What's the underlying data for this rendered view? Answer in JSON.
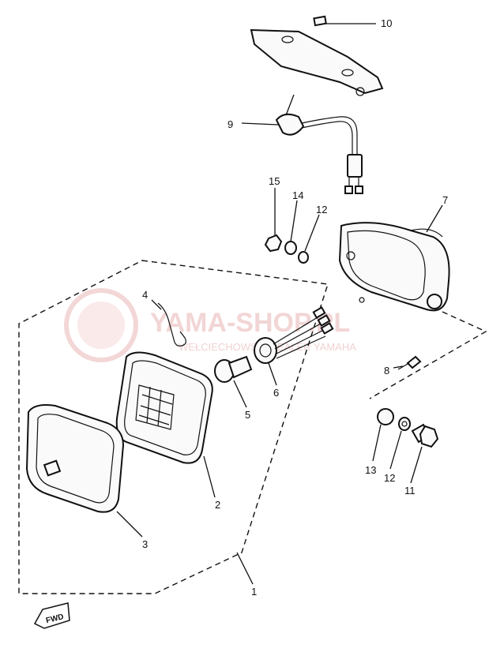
{
  "watermark": {
    "brand": "YAMA-SHOP.PL",
    "tagline": "WEŁCIECHOWSKI DEALER YAMAHA"
  },
  "fwd_label": "FWD",
  "callouts": [
    {
      "id": "c10",
      "label": "10"
    },
    {
      "id": "c9",
      "label": "9"
    },
    {
      "id": "c15",
      "label": "15"
    },
    {
      "id": "c14",
      "label": "14"
    },
    {
      "id": "c12a",
      "label": "12"
    },
    {
      "id": "c7",
      "label": "7"
    },
    {
      "id": "c4",
      "label": "4"
    },
    {
      "id": "c6",
      "label": "6"
    },
    {
      "id": "c5",
      "label": "5"
    },
    {
      "id": "c8",
      "label": "8"
    },
    {
      "id": "c2",
      "label": "2"
    },
    {
      "id": "c3",
      "label": "3"
    },
    {
      "id": "c13",
      "label": "13"
    },
    {
      "id": "c12b",
      "label": "12"
    },
    {
      "id": "c11",
      "label": "11"
    },
    {
      "id": "c1",
      "label": "1"
    }
  ]
}
